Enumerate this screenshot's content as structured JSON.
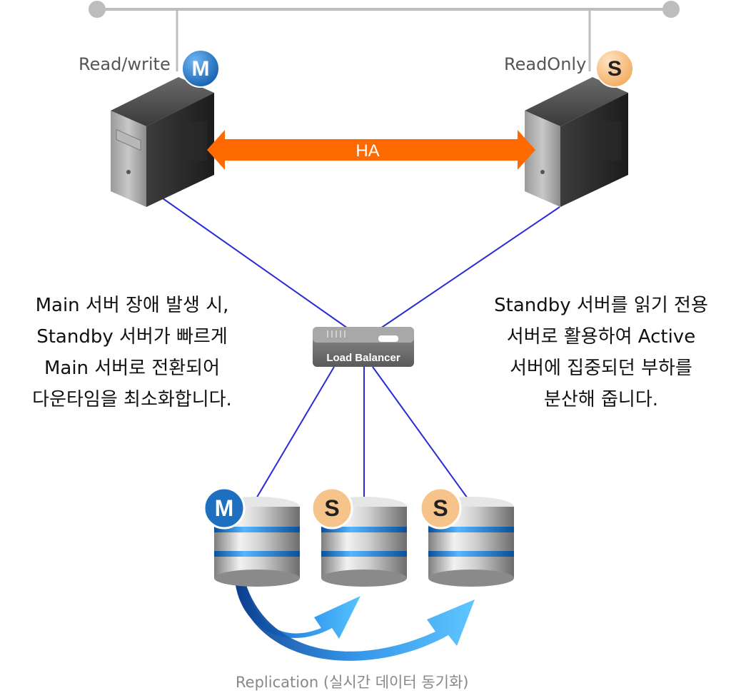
{
  "servers": {
    "main": {
      "label": "Read/write",
      "badge": "M"
    },
    "standby": {
      "label": "ReadOnly",
      "badge": "S"
    },
    "ha_label": "HA"
  },
  "load_balancer": {
    "label": "Load Balancer"
  },
  "descriptions": {
    "left": [
      "Main 서버 장애 발생 시,",
      "Standby 서버가 빠르게",
      "Main 서버로 전환되어",
      "다운타임을 최소화합니다."
    ],
    "right": [
      "Standby 서버를 읽기 전용",
      "서버로 활용하여 Active",
      "서버에 집중되던 부하를",
      "분산해 줍니다."
    ]
  },
  "databases": [
    {
      "badge": "M",
      "role": "main"
    },
    {
      "badge": "S",
      "role": "standby"
    },
    {
      "badge": "S",
      "role": "standby"
    }
  ],
  "replication_caption": "Replication (실시간 데이터 동기화)",
  "colors": {
    "ha_arrow": "#ff6a00",
    "links": "#2a2ad8",
    "badge_m": "#1f6fc0",
    "badge_s": "#f6c48a",
    "replication_arrow": "#3aa0f0"
  }
}
